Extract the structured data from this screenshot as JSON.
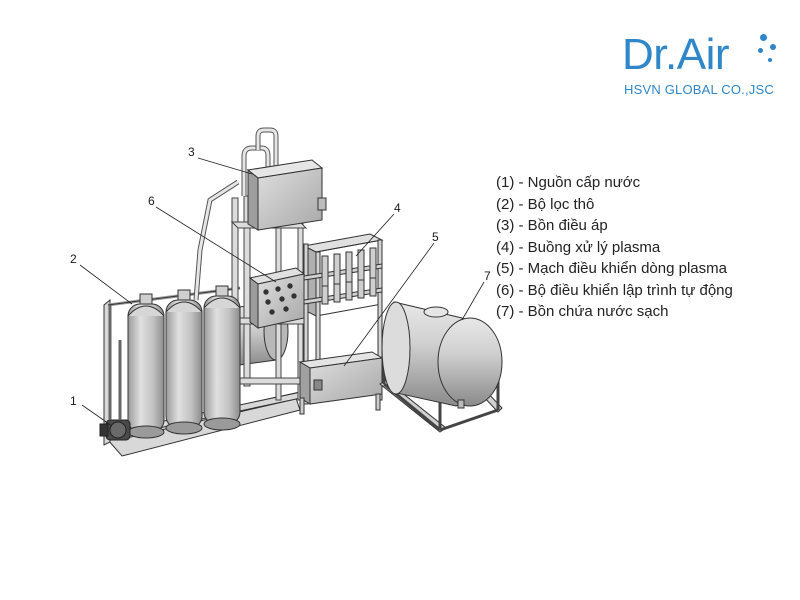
{
  "brand": {
    "title": "Dr.Air",
    "subtitle": "HSVN GLOBAL CO.,JSC",
    "color": "#2f86c9"
  },
  "legend": [
    "(1) - Nguồn cấp nước",
    "(2) - Bộ lọc thô",
    "(3) - Bồn điều áp",
    "(4) - Buồng xử lý plasma",
    "(5) - Mạch điều khiển dòng plasma",
    "(6) - Bộ điều khiển lập trình tự động",
    "(7) - Bồn chứa nước sạch"
  ],
  "callouts": [
    "1",
    "2",
    "3",
    "4",
    "5",
    "6",
    "7"
  ],
  "colors": {
    "equipment_fill": "#c8c8c8",
    "equipment_light": "#e4e4e4",
    "outline": "#333333",
    "text": "#222222"
  }
}
